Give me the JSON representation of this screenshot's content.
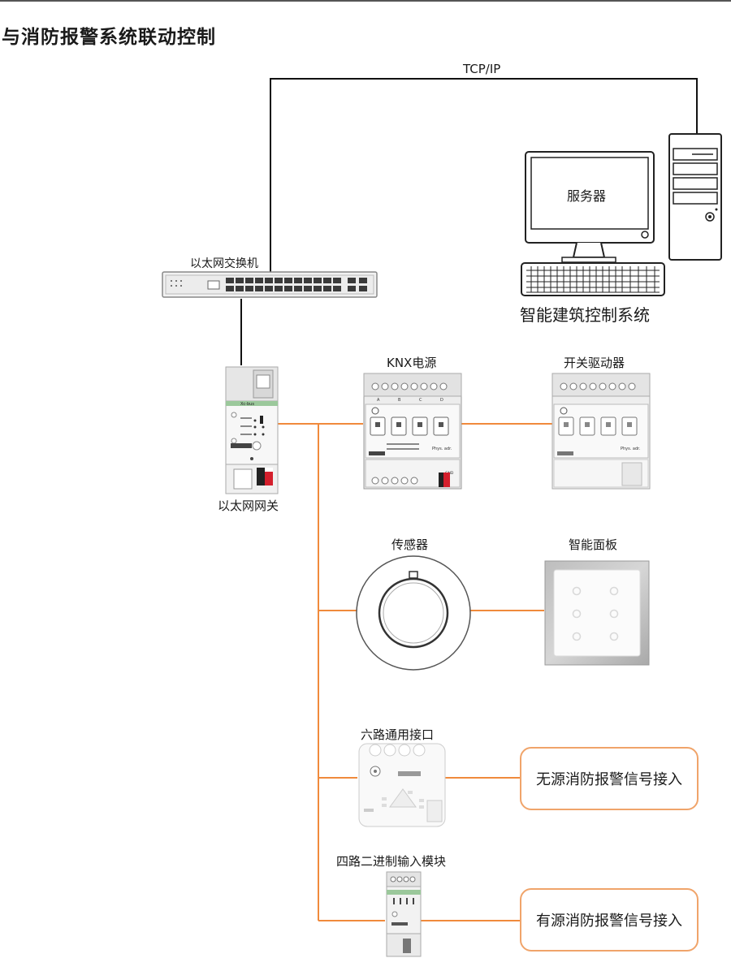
{
  "title": "与消防报警系统联动控制",
  "colors": {
    "wire_orange": "#f08a3c",
    "wire_black": "#111111",
    "box_border": "#f0a46a",
    "device_gray": "#e8e8e8"
  },
  "labels": {
    "tcpip": "TCP/IP",
    "server": "服务器",
    "bms": "智能建筑控制系统",
    "switch": "以太网交换机",
    "gateway": "以太网网关",
    "knx_power": "KNX电源",
    "switch_actuator": "开关驱动器",
    "sensor": "传感器",
    "smart_panel": "智能面板",
    "six_input": "六路通用接口",
    "four_input": "四路二进制输入模块"
  },
  "boxes": {
    "passive": "无源消防报警信号接入",
    "active": "有源消防报警信号接入"
  },
  "device_marks": {
    "xbus": "Xc-bus",
    "abcd": [
      "A",
      "B",
      "C",
      "D"
    ],
    "gnd": "GND",
    "phys": "Phys. adr."
  }
}
